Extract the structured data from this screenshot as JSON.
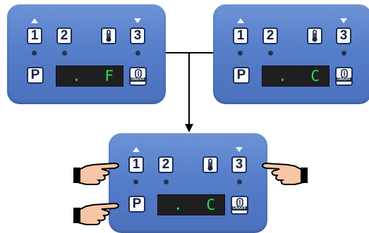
{
  "panels": {
    "top_left": {
      "buttons": {
        "b1": "1",
        "b2": "2",
        "b3": "3",
        "p": "P",
        "onoff": "ON/OFF"
      },
      "display": {
        "value": "F"
      }
    },
    "top_right": {
      "buttons": {
        "b1": "1",
        "b2": "2",
        "b3": "3",
        "p": "P",
        "onoff": "ON/OFF"
      },
      "display": {
        "value": "C"
      }
    },
    "bottom": {
      "buttons": {
        "b1": "1",
        "b2": "2",
        "b3": "3",
        "p": "P",
        "onoff": "ON/OFF"
      },
      "display": {
        "value": "C"
      }
    }
  },
  "colors": {
    "panel": "#567ec9",
    "display_bg": "#1f1f22",
    "display_text": "#28e14a",
    "key_border": "#1d2e58"
  },
  "icons": {
    "up": "triangle-up-icon",
    "down": "triangle-down-icon",
    "thermo": "thermometer-icon",
    "power": "power-icon",
    "hand": "pointing-hand-icon"
  }
}
